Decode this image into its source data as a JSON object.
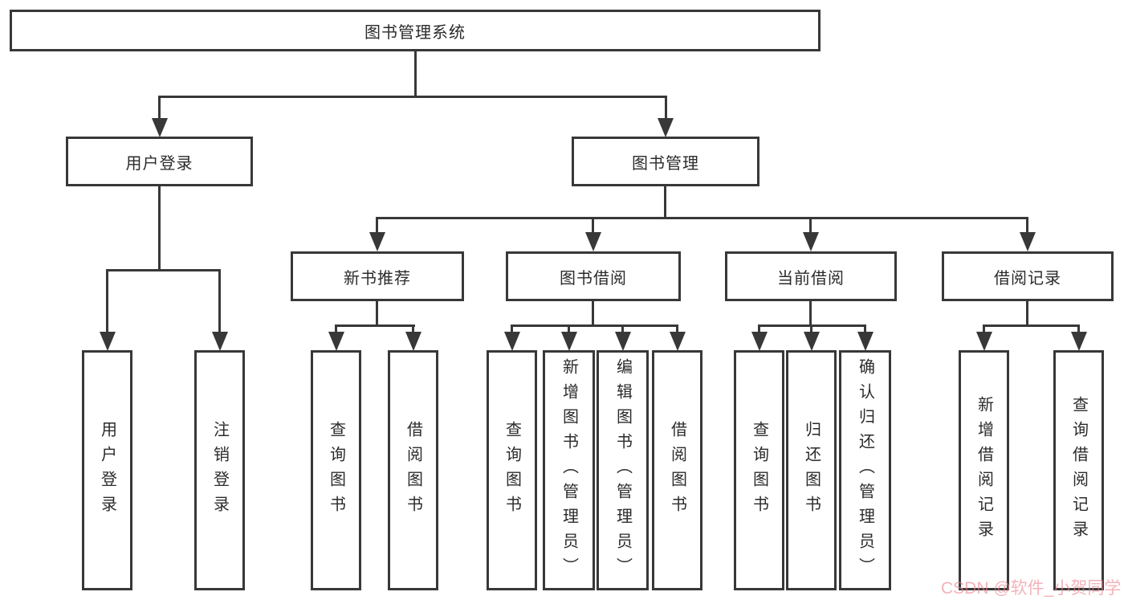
{
  "diagram_title": "图书管理系统",
  "tree": {
    "label": "图书管理系统",
    "children": [
      {
        "label": "用户登录",
        "children": [
          {
            "label": "用户登录"
          },
          {
            "label": "注销登录"
          }
        ]
      },
      {
        "label": "图书管理",
        "children": [
          {
            "label": "新书推荐",
            "children": [
              {
                "label": "查询图书"
              },
              {
                "label": "借阅图书"
              }
            ]
          },
          {
            "label": "图书借阅",
            "children": [
              {
                "label": "查询图书"
              },
              {
                "label": "新增图书（管理员）"
              },
              {
                "label": "编辑图书（管理员）"
              },
              {
                "label": "借阅图书"
              }
            ]
          },
          {
            "label": "当前借阅",
            "children": [
              {
                "label": "查询图书"
              },
              {
                "label": "归还图书"
              },
              {
                "label": "确认归还（管理员）"
              }
            ]
          },
          {
            "label": "借阅记录",
            "children": [
              {
                "label": "新增借阅记录"
              },
              {
                "label": "查询借阅记录"
              }
            ]
          }
        ]
      }
    ]
  },
  "watermark": {
    "text": "CSDN @软件_小贺同学",
    "color": "#ec828e"
  },
  "colors": {
    "line": "#383838",
    "box_background": "#ffffff",
    "text": "#2b2b2b"
  }
}
